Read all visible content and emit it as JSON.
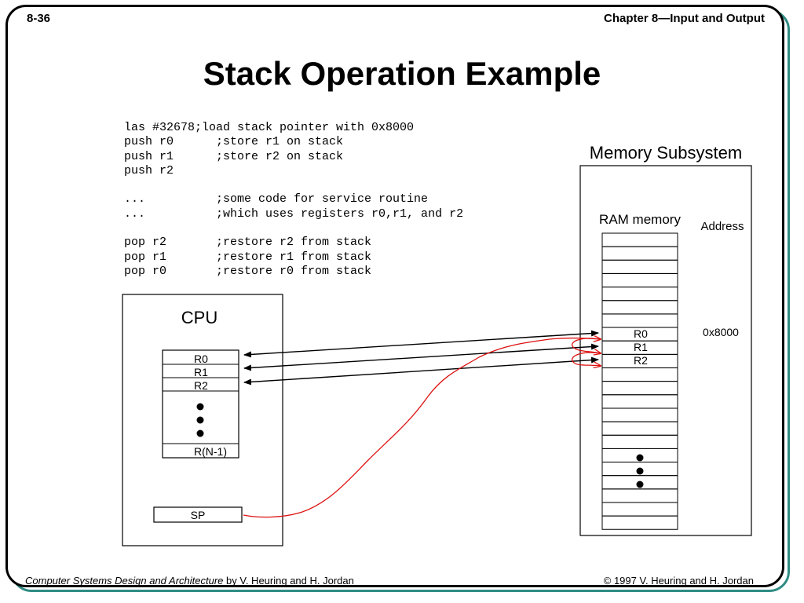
{
  "header": {
    "slide_number": "8-36",
    "chapter": "Chapter 8—Input and Output"
  },
  "title": "Stack Operation Example",
  "code_lines": [
    "las #32678;load stack pointer with 0x8000",
    "push r0      ;store r1 on stack",
    "push r1      ;store r2 on stack",
    "push r2",
    "",
    "...          ;some code for service routine",
    "...          ;which uses registers r0,r1, and r2",
    "",
    "pop r2       ;restore r2 from stack",
    "pop r1       ;restore r1 from stack",
    "pop r0       ;restore r0 from stack"
  ],
  "cpu": {
    "label": "CPU",
    "registers": [
      "R0",
      "R1",
      "R2"
    ],
    "last_register": "R(N-1)",
    "sp_label": "SP"
  },
  "memory": {
    "label": "Memory Subsystem",
    "ram_label": "RAM memory",
    "address_label": "Address",
    "cells": [
      "R0",
      "R1",
      "R2"
    ],
    "address_value": "0x8000"
  },
  "footer": {
    "book_title": "Computer Systems Design and Architecture",
    "authors": " by V. Heuring and H. Jordan",
    "copyright": "© 1997 V. Heuring and H. Jordan"
  },
  "colors": {
    "frame": "#000000",
    "frame_shadow": "#2f8c84",
    "annotation": "#dd1111"
  }
}
